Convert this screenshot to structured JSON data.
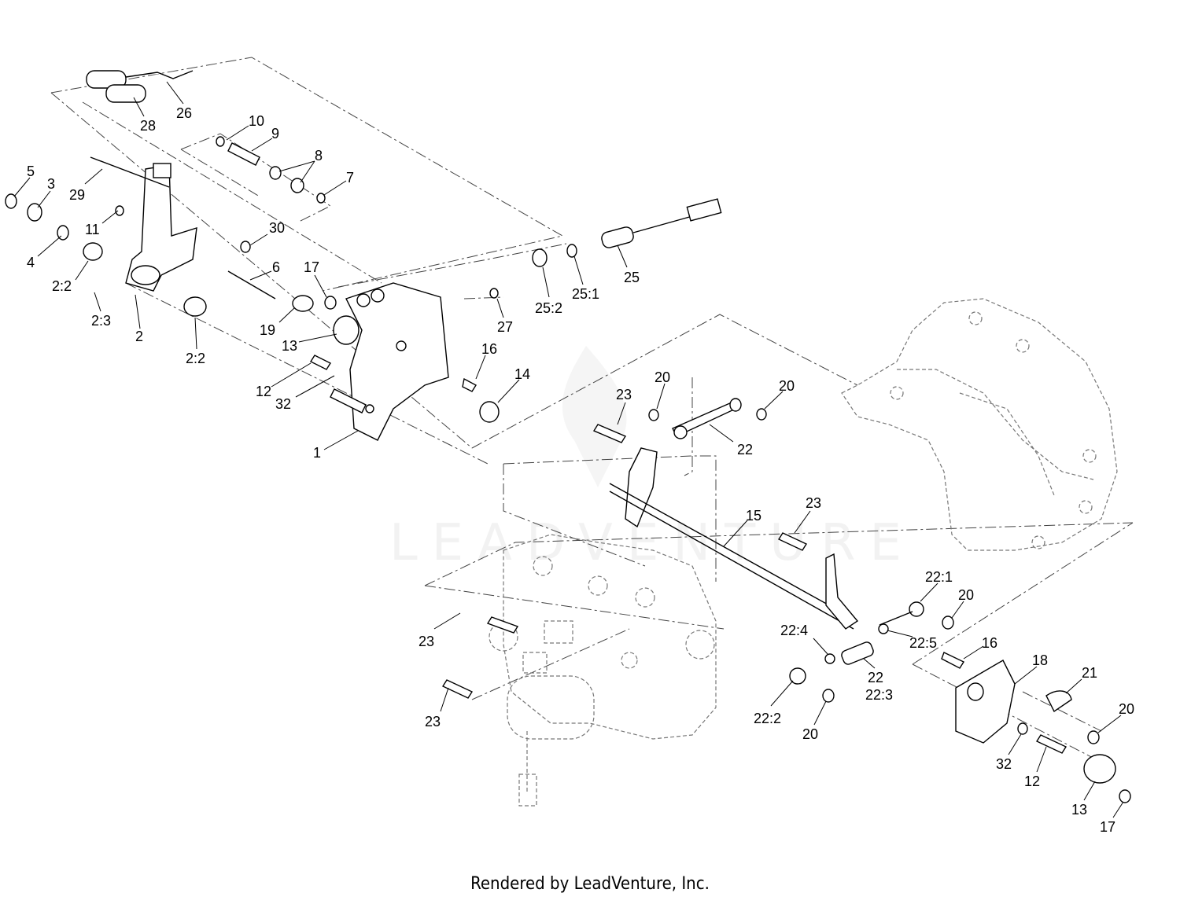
{
  "watermark": "LEADVENTURE",
  "footer": "Rendered by LeadVenture, Inc.",
  "callouts": [
    {
      "label": "26"
    },
    {
      "label": "28"
    },
    {
      "label": "10"
    },
    {
      "label": "9"
    },
    {
      "label": "8"
    },
    {
      "label": "7"
    },
    {
      "label": "5"
    },
    {
      "label": "3"
    },
    {
      "label": "29"
    },
    {
      "label": "11"
    },
    {
      "label": "30"
    },
    {
      "label": "4"
    },
    {
      "label": "2:2"
    },
    {
      "label": "2:3"
    },
    {
      "label": "2"
    },
    {
      "label": "2:2"
    },
    {
      "label": "6"
    },
    {
      "label": "17"
    },
    {
      "label": "19"
    },
    {
      "label": "13"
    },
    {
      "label": "12"
    },
    {
      "label": "32"
    },
    {
      "label": "1"
    },
    {
      "label": "27"
    },
    {
      "label": "16"
    },
    {
      "label": "14"
    },
    {
      "label": "25:2"
    },
    {
      "label": "25:1"
    },
    {
      "label": "25"
    },
    {
      "label": "20"
    },
    {
      "label": "20"
    },
    {
      "label": "23"
    },
    {
      "label": "22"
    },
    {
      "label": "15"
    },
    {
      "label": "23"
    },
    {
      "label": "22:1"
    },
    {
      "label": "20"
    },
    {
      "label": "22:4"
    },
    {
      "label": "22:5"
    },
    {
      "label": "22"
    },
    {
      "label": "22:3"
    },
    {
      "label": "16"
    },
    {
      "label": "18"
    },
    {
      "label": "21"
    },
    {
      "label": "20"
    },
    {
      "label": "22:2"
    },
    {
      "label": "20"
    },
    {
      "label": "32"
    },
    {
      "label": "12"
    },
    {
      "label": "13"
    },
    {
      "label": "17"
    },
    {
      "label": "23"
    },
    {
      "label": "23"
    }
  ]
}
